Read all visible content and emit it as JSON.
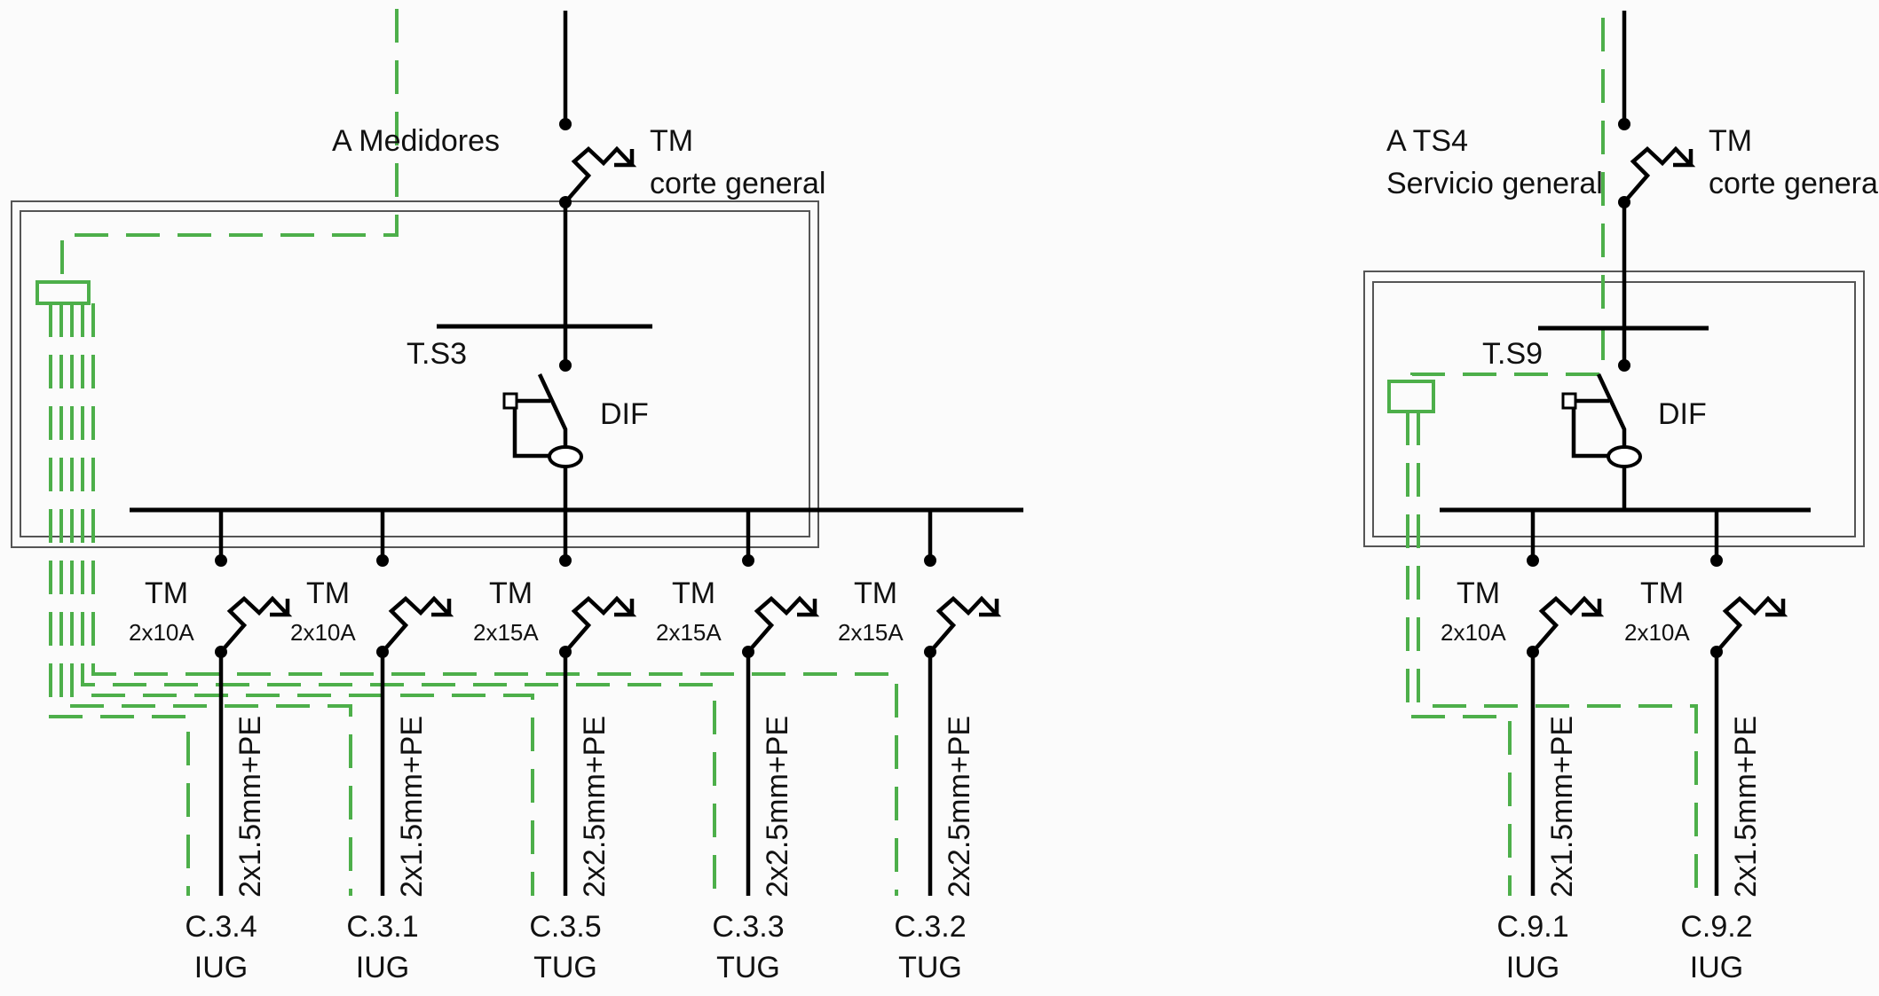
{
  "left_panel": {
    "feed_label": "A Medidores",
    "main_breaker": {
      "type": "TM",
      "desc": "corte general"
    },
    "board_label": "T.S3",
    "differential_label": "DIF",
    "circuits": [
      {
        "breaker": "TM",
        "rating": "2x10A",
        "cable": "2x1.5mm+PE",
        "id": "C.3.4",
        "type": "IUG"
      },
      {
        "breaker": "TM",
        "rating": "2x10A",
        "cable": "2x1.5mm+PE",
        "id": "C.3.1",
        "type": "IUG"
      },
      {
        "breaker": "TM",
        "rating": "2x15A",
        "cable": "2x2.5mm+PE",
        "id": "C.3.5",
        "type": "TUG"
      },
      {
        "breaker": "TM",
        "rating": "2x15A",
        "cable": "2x2.5mm+PE",
        "id": "C.3.3",
        "type": "TUG"
      },
      {
        "breaker": "TM",
        "rating": "2x15A",
        "cable": "2x2.5mm+PE",
        "id": "C.3.2",
        "type": "TUG"
      }
    ]
  },
  "right_panel": {
    "feed_label_1": "A TS4",
    "feed_label_2": "Servicio general",
    "main_breaker": {
      "type": "TM",
      "desc": "corte general"
    },
    "board_label": "T.S9",
    "differential_label": "DIF",
    "circuits": [
      {
        "breaker": "TM",
        "rating": "2x10A",
        "cable": "2x1.5mm+PE",
        "id": "C.9.1",
        "type": "IUG"
      },
      {
        "breaker": "TM",
        "rating": "2x10A",
        "cable": "2x1.5mm+PE",
        "id": "C.9.2",
        "type": "IUG"
      }
    ]
  },
  "colors": {
    "conductor": "#000000",
    "earth": "#4daf4a",
    "enclosure": "#555555"
  }
}
